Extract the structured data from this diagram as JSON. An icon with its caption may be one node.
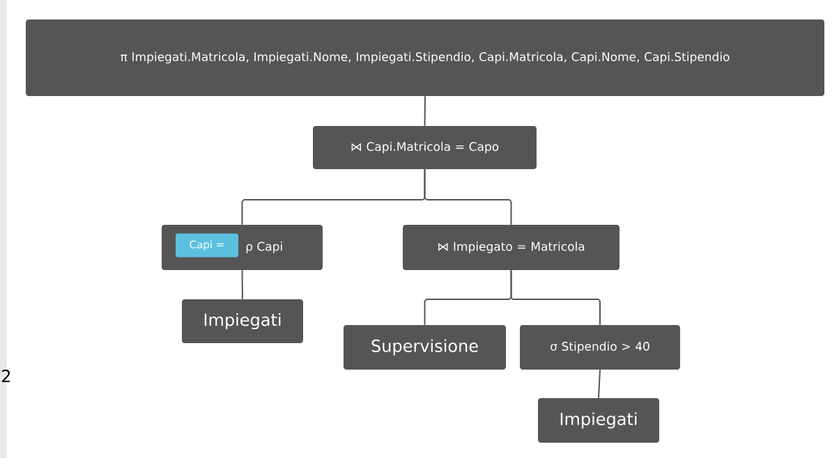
{
  "diagram": {
    "nodes": [
      {
        "text": [
          "π Impiegati.Matricola, Impiegati.Nome, Impiegati.Stipendio, Capi.Matricola, Capi.Nome, Capi.Stipendio"
        ]
      },
      {
        "text": [
          "⋈ Capi.Matricola = Capo"
        ]
      },
      {
        "text": [
          "Capi =",
          "ρ Capi"
        ]
      },
      {
        "text": [
          "⋈ Impiegato = Matricola"
        ]
      },
      {
        "text": [
          "Impiegati"
        ]
      },
      {
        "text": [
          "Supervisione"
        ]
      },
      {
        "text": [
          "σ Stipendio > 40"
        ]
      },
      {
        "text": [
          "Impiegati"
        ]
      }
    ],
    "edges": [
      {
        "from": 0,
        "to": 1,
        "arrow": "none"
      },
      {
        "from": 1,
        "to": 2,
        "arrow": "none"
      },
      {
        "from": 1,
        "to": 3,
        "arrow": "none"
      },
      {
        "from": 2,
        "to": 4,
        "arrow": "none"
      },
      {
        "from": 3,
        "to": 5,
        "arrow": "none"
      },
      {
        "from": 3,
        "to": 6,
        "arrow": "none"
      },
      {
        "from": 6,
        "to": 7,
        "arrow": "none"
      }
    ],
    "labels": [
      "2"
    ]
  }
}
